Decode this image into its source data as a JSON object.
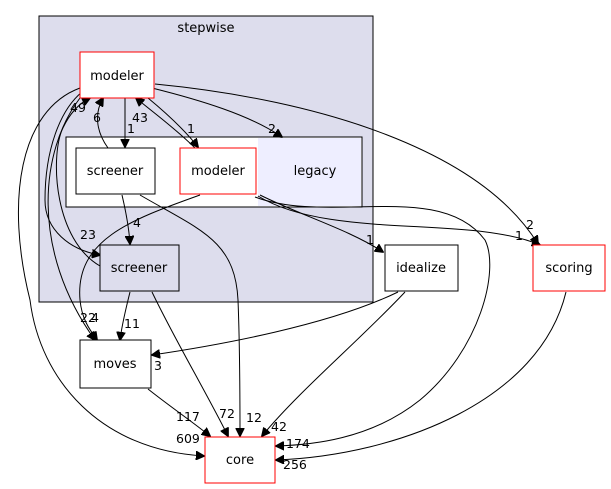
{
  "clusters": {
    "stepwise": "stepwise",
    "legacy": "legacy"
  },
  "nodes": {
    "modeler_top": "modeler",
    "screener_inner": "screener",
    "modeler_inner": "modeler",
    "screener_lower": "screener",
    "idealize": "idealize",
    "scoring": "scoring",
    "moves": "moves",
    "core": "core"
  },
  "edge_labels": {
    "e49": "49",
    "e6": "6",
    "e43": "43",
    "e1a": "1",
    "e1b": "1",
    "e2a": "2",
    "e4": "4",
    "e23": "23",
    "e2b": "2",
    "e1c": "1",
    "e1d": "1",
    "e22": "22",
    "e4b": "4",
    "e11": "11",
    "e3": "3",
    "e117": "117",
    "e72": "72",
    "e12": "12",
    "e42": "42",
    "e609": "609",
    "e174": "174",
    "e256": "256"
  },
  "colors": {
    "cluster_fill": "#dddded",
    "legacy_fill": "#eeeeff",
    "red_border": "#ff0000",
    "black": "#000000"
  }
}
